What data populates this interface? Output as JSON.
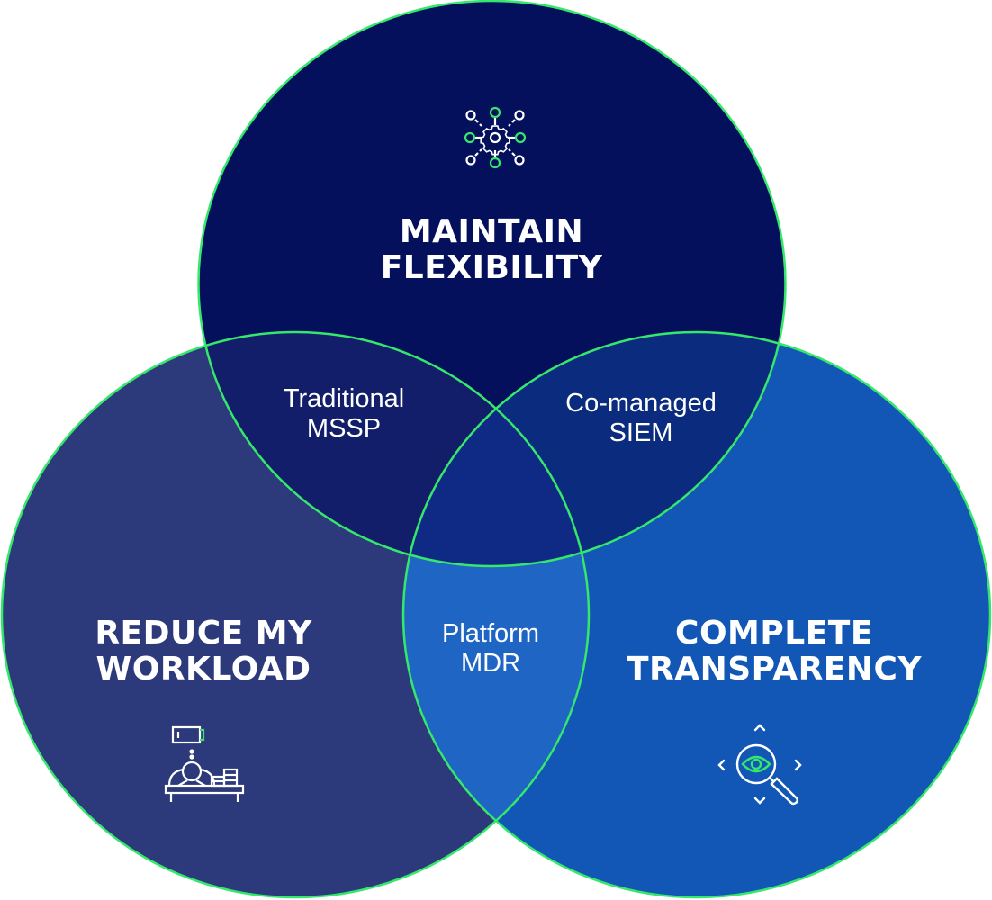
{
  "diagram": {
    "type": "venn",
    "circles": [
      {
        "id": "top",
        "title": "MAINTAIN FLEXIBILITY",
        "line1": "MAINTAIN",
        "line2": "FLEXIBILITY",
        "color": "#04105C",
        "icon": "network-gear-icon"
      },
      {
        "id": "left",
        "title": "REDUCE MY WORKLOAD",
        "line1": "REDUCE MY",
        "line2": "WORKLOAD",
        "color": "#2C3A7C",
        "icon": "tired-worker-low-battery-icon"
      },
      {
        "id": "right",
        "title": "COMPLETE TRANSPARENCY",
        "line1": "COMPLETE",
        "line2": "TRANSPARENCY",
        "color": "#1257B6",
        "icon": "magnifier-eye-icon"
      }
    ],
    "intersections": [
      {
        "sets": [
          "top",
          "left"
        ],
        "line1": "Traditional",
        "line2": "MSSP",
        "color": "#121E69"
      },
      {
        "sets": [
          "top",
          "right"
        ],
        "line1": "Co-managed",
        "line2": "SIEM",
        "color": "#0A2B7E"
      },
      {
        "sets": [
          "left",
          "right"
        ],
        "line1": "Platform",
        "line2": "MDR",
        "color": "#1F65C4"
      },
      {
        "sets": [
          "top",
          "left",
          "right"
        ],
        "line1": "",
        "line2": "",
        "color": "#0F2A85"
      }
    ],
    "outline_color": "#35E86B",
    "accent_color": "#35E86B"
  }
}
